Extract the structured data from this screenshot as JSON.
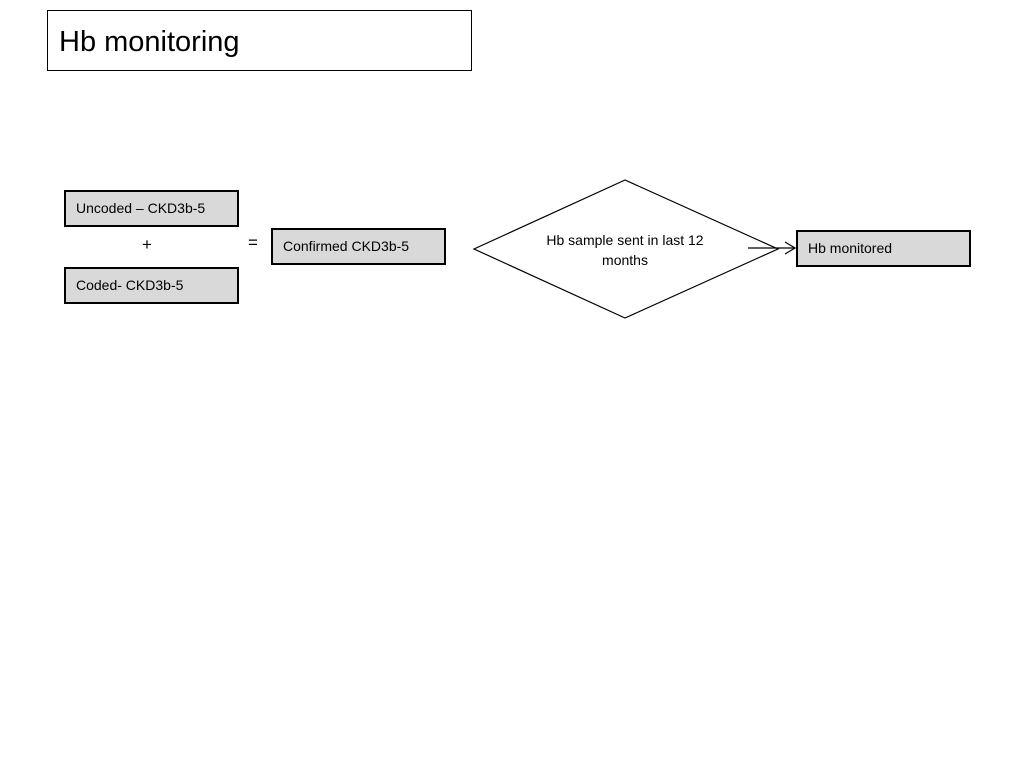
{
  "title": "Hb monitoring",
  "flowchart": {
    "uncoded_label": "Uncoded – CKD3b-5",
    "plus_symbol": "+",
    "coded_label": "Coded- CKD3b-5",
    "equals_symbol": "=",
    "confirmed_label": "Confirmed CKD3b-5",
    "decision_label": "Hb sample sent in last 12 months",
    "result_label": "Hb monitored"
  },
  "colors": {
    "box_fill": "#d9d9d9",
    "outline": "#000000",
    "background": "#ffffff"
  }
}
